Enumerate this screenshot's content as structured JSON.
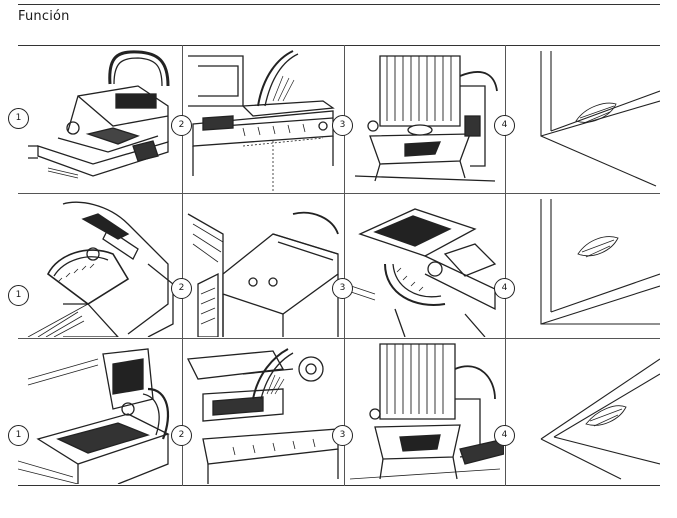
{
  "header": {
    "title": "Función"
  },
  "steps": [
    "1",
    "2",
    "3",
    "4"
  ],
  "rows": [
    {
      "cells": [
        {
          "step": "1",
          "icon": "biscuit-jointer-icon"
        },
        {
          "step": "2",
          "icon": "angle-scale-closeup-icon"
        },
        {
          "step": "3",
          "icon": "fence-plate-icon"
        },
        {
          "step": "4",
          "icon": "butt-joint-icon"
        }
      ]
    },
    {
      "cells": [
        {
          "step": "1",
          "icon": "tilted-fence-icon"
        },
        {
          "step": "2",
          "icon": "fence-angle-closeup-icon"
        },
        {
          "step": "3",
          "icon": "angled-plate-icon"
        },
        {
          "step": "4",
          "icon": "corner-joint-icon"
        }
      ]
    },
    {
      "cells": [
        {
          "step": "1",
          "icon": "miter-cut-icon"
        },
        {
          "step": "2",
          "icon": "height-knob-closeup-icon"
        },
        {
          "step": "3",
          "icon": "fence-plate-icon"
        },
        {
          "step": "4",
          "icon": "miter-joint-icon"
        }
      ]
    }
  ]
}
